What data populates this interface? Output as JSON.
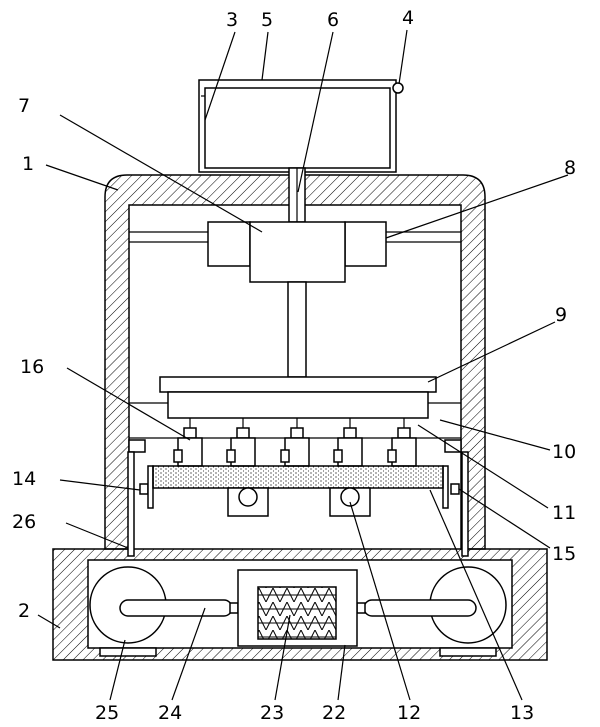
{
  "labels": {
    "l1": "1",
    "l2": "2",
    "l3": "3",
    "l4": "4",
    "l5": "5",
    "l6": "6",
    "l7": "7",
    "l8": "8",
    "l9": "9",
    "l10": "10",
    "l11": "11",
    "l12": "12",
    "l13": "13",
    "l14": "14",
    "l15": "15",
    "l16": "16",
    "l22": "22",
    "l23": "23",
    "l24": "24",
    "l25": "25",
    "l26": "26"
  },
  "colors": {
    "line": "#000000",
    "background": "#ffffff"
  }
}
